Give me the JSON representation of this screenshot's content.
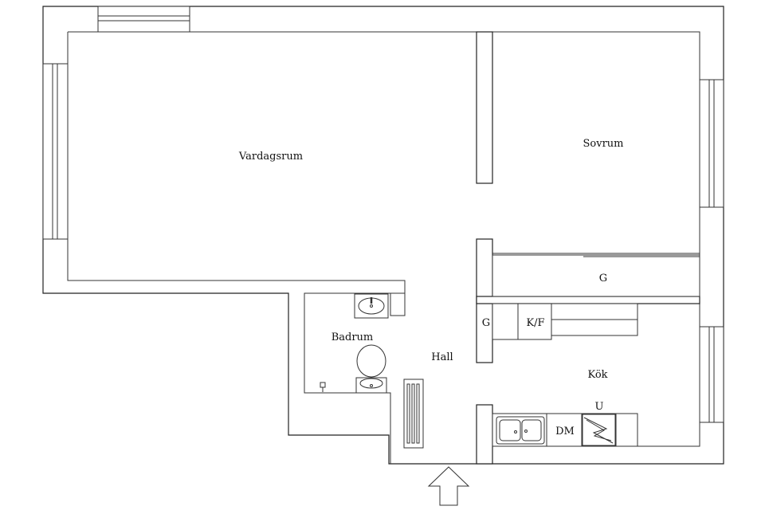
{
  "plan": {
    "rooms": {
      "living": "Vardagsrum",
      "bedroom": "Sovrum",
      "bath": "Badrum",
      "hall": "Hall",
      "kitchen": "Kök"
    },
    "fixtures": {
      "wardrobe_bedroom": "G",
      "wardrobe_hall": "G",
      "fridge_freezer": "K/F",
      "dishwasher": "DM",
      "oven": "U"
    }
  }
}
